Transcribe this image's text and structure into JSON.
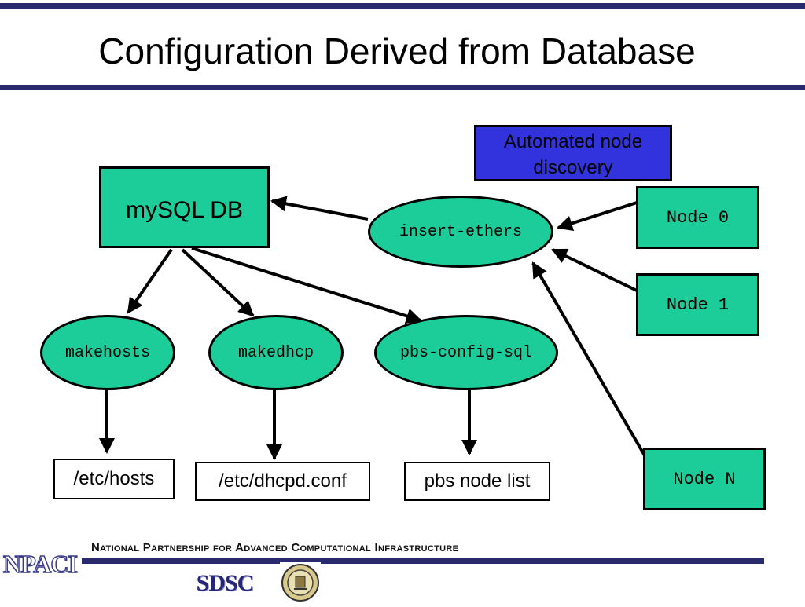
{
  "title": "Configuration Derived from Database",
  "nodes": {
    "mysql": "mySQL DB",
    "insert_ethers": "insert-ethers",
    "automated": "Automated node discovery",
    "node0": "Node 0",
    "node1": "Node 1",
    "nodeN": "Node N",
    "makehosts": "makehosts",
    "makedhcp": "makedhcp",
    "pbs_config": "pbs-config-sql",
    "etc_hosts": "/etc/hosts",
    "etc_dhcpd": "/etc/dhcpd.conf",
    "pbs_list": "pbs node list"
  },
  "footer": {
    "org": "National Partnership for Advanced Computational Infrastructure",
    "npaci_logo": "NPACI",
    "sdsc_logo": "SDSC"
  },
  "colors": {
    "node_fill": "#1ccc99",
    "callout_fill": "#3333dd",
    "rule": "#2a2a6e"
  }
}
